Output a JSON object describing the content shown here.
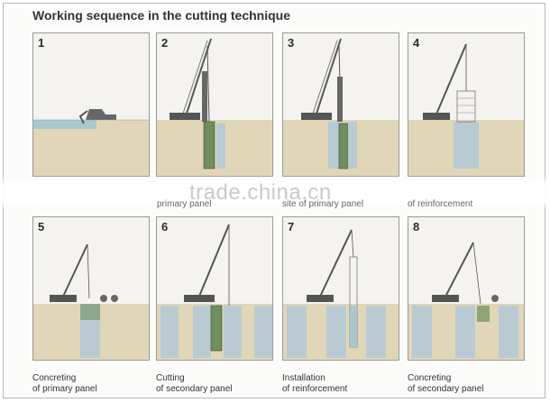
{
  "title": "Working sequence in the cutting technique",
  "watermark": "trade.china.cn",
  "steps": [
    {
      "number": "1",
      "caption1": "",
      "caption2": ""
    },
    {
      "number": "2",
      "caption1": "primary panel",
      "caption2": ""
    },
    {
      "number": "3",
      "caption1": "site of primary panel",
      "caption2": ""
    },
    {
      "number": "4",
      "caption1": "of reinforcement",
      "caption2": ""
    },
    {
      "number": "5",
      "caption1": "Concreting",
      "caption2": "of primary panel"
    },
    {
      "number": "6",
      "caption1": "Cutting",
      "caption2": "of secondary panel"
    },
    {
      "number": "7",
      "caption1": "Installation",
      "caption2": "of reinforcement"
    },
    {
      "number": "8",
      "caption1": "Concreting",
      "caption2": "of secondary panel"
    }
  ],
  "colors": {
    "sky": "#f4f2ee",
    "soil": "#e2d6b8",
    "water": "#a9c7cf",
    "panel": "#b8cbd3",
    "machine": "#555555"
  }
}
